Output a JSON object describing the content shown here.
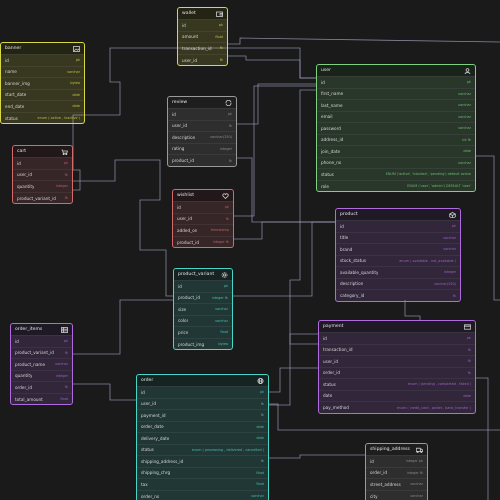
{
  "colors": {
    "background": "#1a1a1b",
    "edge": "#a9a9c8",
    "wallet": "#d8d845",
    "banner": "#d8d845",
    "user": "#7fd07f",
    "review": "#9a9a9a",
    "cart": "#d66a6a",
    "wishlist": "#d66a6a",
    "product": "#b16be0",
    "product_variant": "#4ad6c6",
    "order_items": "#b16be0",
    "payment": "#b16be0",
    "order": "#4ad6c6",
    "shipping_address": "#9a9a9a"
  },
  "tables": [
    {
      "key": "wallet",
      "name": "wallet",
      "icon": "wallet-icon",
      "fields": [
        {
          "name": "id",
          "type": "pk"
        },
        {
          "name": "amount",
          "type": "float"
        },
        {
          "name": "transaction_id",
          "type": "fk"
        },
        {
          "name": "user_id",
          "type": "fk"
        }
      ]
    },
    {
      "key": "banner",
      "name": "banner",
      "icon": "image-icon",
      "fields": [
        {
          "name": "id",
          "type": "pk"
        },
        {
          "name": "name",
          "type": "varchar"
        },
        {
          "name": "banner_img",
          "type": "bytea"
        },
        {
          "name": "start_date",
          "type": "date"
        },
        {
          "name": "end_date",
          "type": "date"
        },
        {
          "name": "status",
          "type": "enum ( active , inactive )"
        }
      ]
    },
    {
      "key": "user",
      "name": "user",
      "icon": "user-icon",
      "fields": [
        {
          "name": "id",
          "type": "pk"
        },
        {
          "name": "first_name",
          "type": "varchar"
        },
        {
          "name": "last_name",
          "type": "varchar"
        },
        {
          "name": "email",
          "type": "varchar"
        },
        {
          "name": "password",
          "type": "varchar"
        },
        {
          "name": "address_id",
          "type": "int fk"
        },
        {
          "name": "join_date",
          "type": "date"
        },
        {
          "name": "phone_no",
          "type": "varchar"
        },
        {
          "name": "status",
          "type": "ENUM ('active', 'blocked', 'pending') default active"
        },
        {
          "name": "role",
          "type": "ENUM ('user', 'admin') DEFAULT 'user'"
        }
      ]
    },
    {
      "key": "review",
      "name": "review",
      "icon": "refresh-icon",
      "fields": [
        {
          "name": "id",
          "type": "pk"
        },
        {
          "name": "user_id",
          "type": "fk"
        },
        {
          "name": "description",
          "type": "varchar(250)"
        },
        {
          "name": "rating",
          "type": "integer"
        },
        {
          "name": "product_id",
          "type": "fk"
        }
      ]
    },
    {
      "key": "cart",
      "name": "cart",
      "icon": "cart-icon",
      "fields": [
        {
          "name": "id",
          "type": "pk"
        },
        {
          "name": "user_id",
          "type": "fk"
        },
        {
          "name": "quantity",
          "type": "integer"
        },
        {
          "name": "product_variant_id",
          "type": "fk"
        }
      ]
    },
    {
      "key": "wishlist",
      "name": "wishlist",
      "icon": "heart-icon",
      "fields": [
        {
          "name": "id",
          "type": "pk"
        },
        {
          "name": "user_id",
          "type": "fk"
        },
        {
          "name": "added_on",
          "type": "timestamp"
        },
        {
          "name": "product_id",
          "type": "integer fk"
        }
      ]
    },
    {
      "key": "product",
      "name": "product",
      "icon": "box-icon",
      "fields": [
        {
          "name": "id",
          "type": "pk"
        },
        {
          "name": "title",
          "type": "varchar"
        },
        {
          "name": "brand",
          "type": "varchar"
        },
        {
          "name": "stock_status",
          "type": "enum ( available , not_available )"
        },
        {
          "name": "available_quantity",
          "type": "integer"
        },
        {
          "name": "description",
          "type": "varchar(250)"
        },
        {
          "name": "category_id",
          "type": "fk"
        }
      ]
    },
    {
      "key": "product_variant",
      "name": "product_variant",
      "icon": "gear-icon",
      "fields": [
        {
          "name": "id",
          "type": "pk"
        },
        {
          "name": "product_id",
          "type": "integer fk"
        },
        {
          "name": "size",
          "type": "varchar"
        },
        {
          "name": "color",
          "type": "varchar"
        },
        {
          "name": "price",
          "type": "float"
        },
        {
          "name": "product_img",
          "type": "bytea"
        }
      ]
    },
    {
      "key": "order_items",
      "name": "order_items",
      "icon": "table-icon",
      "fields": [
        {
          "name": "id",
          "type": "pk"
        },
        {
          "name": "product_variant_id",
          "type": "fk"
        },
        {
          "name": "product_name",
          "type": "varchar"
        },
        {
          "name": "quantity",
          "type": "integer"
        },
        {
          "name": "order_id",
          "type": "fk"
        },
        {
          "name": "total_amount",
          "type": "float"
        }
      ]
    },
    {
      "key": "payment",
      "name": "payment",
      "icon": "credit-card-icon",
      "fields": [
        {
          "name": "id",
          "type": "pk"
        },
        {
          "name": "transaction_id",
          "type": "fk"
        },
        {
          "name": "user_id",
          "type": "fk"
        },
        {
          "name": "order_id",
          "type": "fk"
        },
        {
          "name": "status",
          "type": "enum ( pending , completed , failed )"
        },
        {
          "name": "date",
          "type": "date"
        },
        {
          "name": "pay_method",
          "type": "enum ( credit_card , wallet , bank_transfer )"
        }
      ]
    },
    {
      "key": "order",
      "name": "order",
      "icon": "globe-icon",
      "fields": [
        {
          "name": "id",
          "type": "pk"
        },
        {
          "name": "user_id",
          "type": "fk"
        },
        {
          "name": "payment_id",
          "type": "fk"
        },
        {
          "name": "order_date",
          "type": "date"
        },
        {
          "name": "delivery_date",
          "type": "date"
        },
        {
          "name": "status",
          "type": "enum ( processing , delivered , cancelled )"
        },
        {
          "name": "shipping_address_id",
          "type": "fk"
        },
        {
          "name": "shipping_chrg",
          "type": "float"
        },
        {
          "name": "tax",
          "type": "float"
        },
        {
          "name": "order_no",
          "type": "varchar"
        }
      ]
    },
    {
      "key": "shipping_address",
      "name": "shipping_address",
      "icon": "truck-icon",
      "fields": [
        {
          "name": "id",
          "type": "integer pk"
        },
        {
          "name": "order_id",
          "type": "integer fk"
        },
        {
          "name": "street_address",
          "type": "varchar"
        },
        {
          "name": "city",
          "type": "varchar"
        }
      ]
    }
  ]
}
